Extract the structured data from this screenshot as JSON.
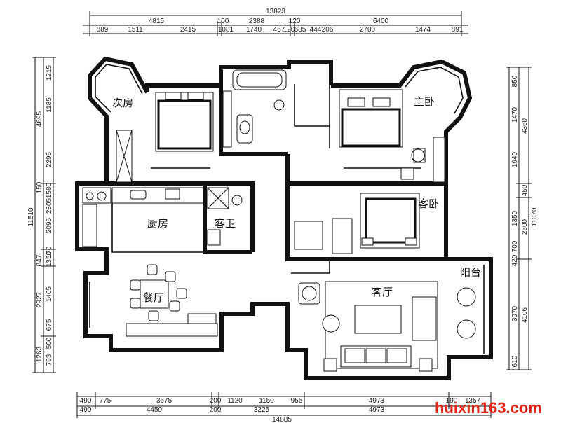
{
  "rooms": {
    "second_bedroom": "次房",
    "master_bedroom": "主卧",
    "guest_bedroom": "客卧",
    "kitchen": "厨房",
    "guest_bath": "客卫",
    "dining": "餐厅",
    "living": "客厅",
    "balcony": "阳台"
  },
  "dimensions": {
    "top_total": "13823",
    "top_row1": [
      "4815",
      "100",
      "2388",
      "120",
      "6400"
    ],
    "top_row2": [
      "889",
      "1511",
      "2415",
      "1081",
      "1740",
      "467",
      "120",
      "685",
      "444",
      "206",
      "2700",
      "1474",
      "891"
    ],
    "bottom_row1": [
      "490",
      "775",
      "3675",
      "200",
      "1120",
      "1150",
      "955",
      "4973",
      "190",
      "1357"
    ],
    "bottom_row2": [
      "490",
      "4450",
      "200",
      "3225",
      "4973"
    ],
    "bottom_total": "14885",
    "left_total": "11510",
    "left_row1": [
      "4695",
      "150",
      "847",
      "2927",
      "1263"
    ],
    "left_row2": [
      "1215",
      "1185",
      "2295",
      "1580",
      "2305",
      "2095",
      "170",
      "1350",
      "1405",
      "675",
      "500",
      "763"
    ],
    "right_total": "11070",
    "right_row1": [
      "4360",
      "450",
      "2500",
      "4106"
    ],
    "right_row2": [
      "850",
      "1470",
      "1940",
      "1350",
      "700",
      "420",
      "3070",
      "610"
    ]
  },
  "watermark": "huixin163.com"
}
